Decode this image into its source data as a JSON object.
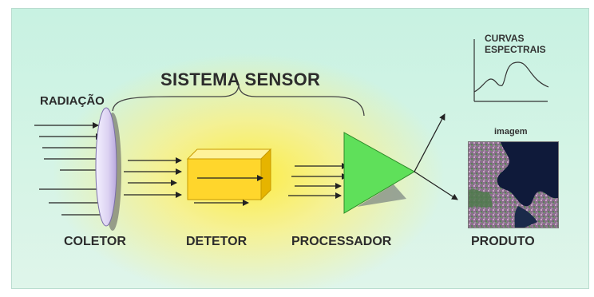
{
  "title": "SISTEMA SENSOR",
  "radiation_label": "RADIAÇÃO",
  "curves_label_line1": "CURVAS",
  "curves_label_line2": "ESPECTRAIS",
  "image_label": "imagem",
  "components": {
    "collector": "COLETOR",
    "detector": "DETETOR",
    "processor": "PROCESSADOR",
    "product": "PRODUTO"
  },
  "colors": {
    "background": "#d6f4e6",
    "glow": "#ffec3c",
    "lens": "#e4dcf4",
    "detector": "#ffd62c",
    "processor": "#5fe05a",
    "arrow": "#222222"
  }
}
